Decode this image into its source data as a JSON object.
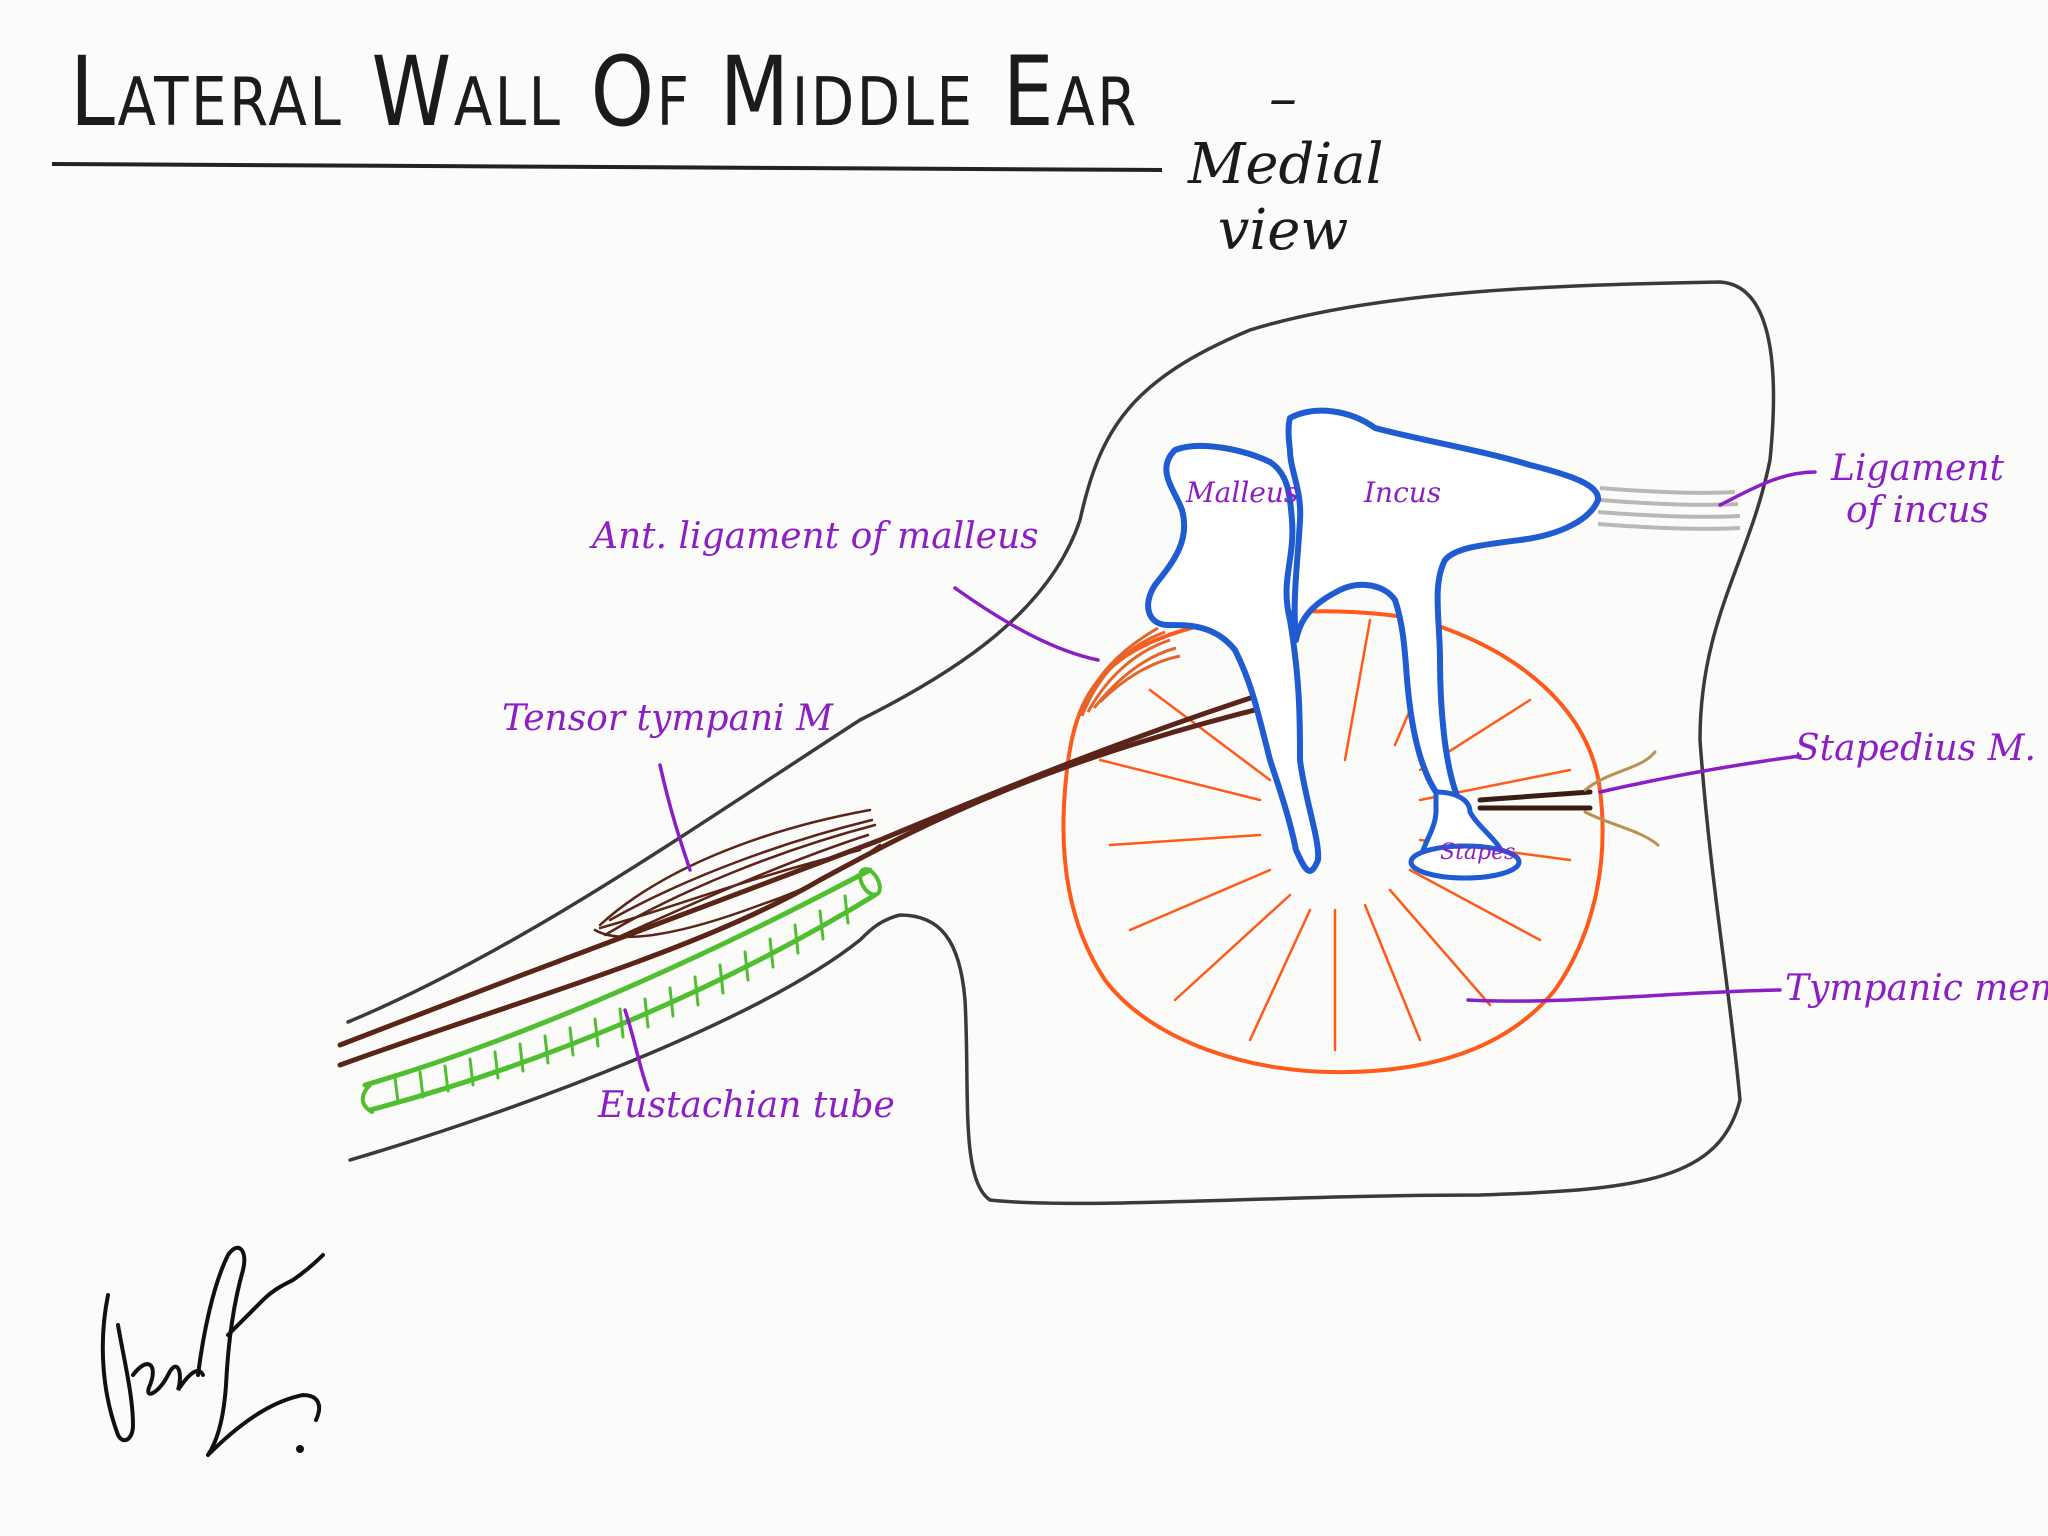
{
  "title": "Lateral Wall Of Middle Ear",
  "subtitle": "– Medial view",
  "labels": {
    "ant_ligament_malleus": "Ant. ligament of malleus",
    "tensor_tympani": "Tensor tympani M",
    "eustachian_tube": "Eustachian tube",
    "ligament_incus": "Ligament of incus",
    "stapedius": "Stapedius M.",
    "tympanic_membrane": "Tympanic memb",
    "malleus": "Malleus",
    "incus": "Incus",
    "stapes": "Stapes"
  },
  "signature_text": "Jolly Alexander",
  "colors": {
    "outline": "#3a3a3a",
    "bones": "#1f5bd1",
    "membrane": "#ff5a1a",
    "muscle": "#5a2518",
    "tube": "#4fbf2f",
    "label": "#8b1ec4",
    "ligament_grey": "#b8b8b8"
  }
}
